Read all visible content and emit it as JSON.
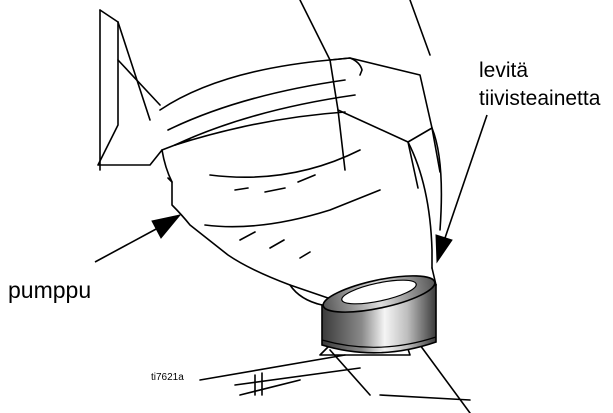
{
  "labels": {
    "sealant_line1": "levitä",
    "sealant_line2": "tiivisteainetta",
    "pump": "pumppu",
    "figure_id": "ti7621a"
  },
  "colors": {
    "line": "#000000",
    "background": "#ffffff",
    "fitting_dark": "#4a4a4a",
    "fitting_light": "#f2f2f2"
  },
  "icons": {
    "arrow_head": "filled-triangle-arrowhead"
  }
}
